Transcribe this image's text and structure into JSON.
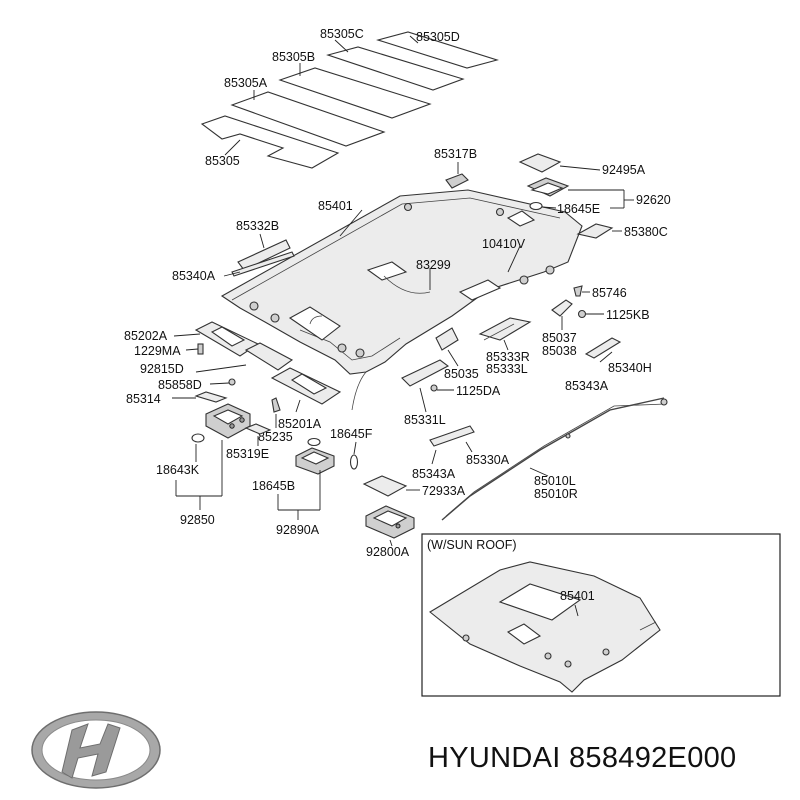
{
  "labels": {
    "p85305": "85305",
    "p85305A": "85305A",
    "p85305B": "85305B",
    "p85305C": "85305C",
    "p85305D": "85305D",
    "p85317B": "85317B",
    "p92495A": "92495A",
    "p92620": "92620",
    "p18645E": "18645E",
    "p85380C": "85380C",
    "p85401": "85401",
    "p85332B": "85332B",
    "p85340A": "85340A",
    "p83299": "83299",
    "p10410V": "10410V",
    "p85746": "85746",
    "p1125KB": "1125KB",
    "p85037": "85037",
    "p85038": "85038",
    "p85340H": "85340H",
    "p85343A_r": "85343A",
    "p85202A": "85202A",
    "p1229MA": "1229MA",
    "p92815D": "92815D",
    "p85858D": "85858D",
    "p85314": "85314",
    "p85201A": "85201A",
    "p85235": "85235",
    "p85319E": "85319E",
    "p18643K": "18643K",
    "p92850": "92850",
    "p18645F": "18645F",
    "p18645B": "18645B",
    "p92890A": "92890A",
    "p85035": "85035",
    "p85333R": "85333R",
    "p85333L": "85333L",
    "p1125DA": "1125DA",
    "p85331L": "85331L",
    "p85330A": "85330A",
    "p85343A_b": "85343A",
    "p72933A": "72933A",
    "p92800A": "92800A",
    "p85010L": "85010L",
    "p85010R": "85010R",
    "sunroof_title": "(W/SUN ROOF)",
    "sunroof_part": "85401"
  },
  "footer": {
    "brand": "HYUNDAI",
    "part_number": "858492E000"
  },
  "icons": {
    "logo": "hyundai-logo"
  },
  "colors": {
    "ink": "#111111",
    "part_fill": "#ececec",
    "logo_fill": "#9a9a9a"
  }
}
